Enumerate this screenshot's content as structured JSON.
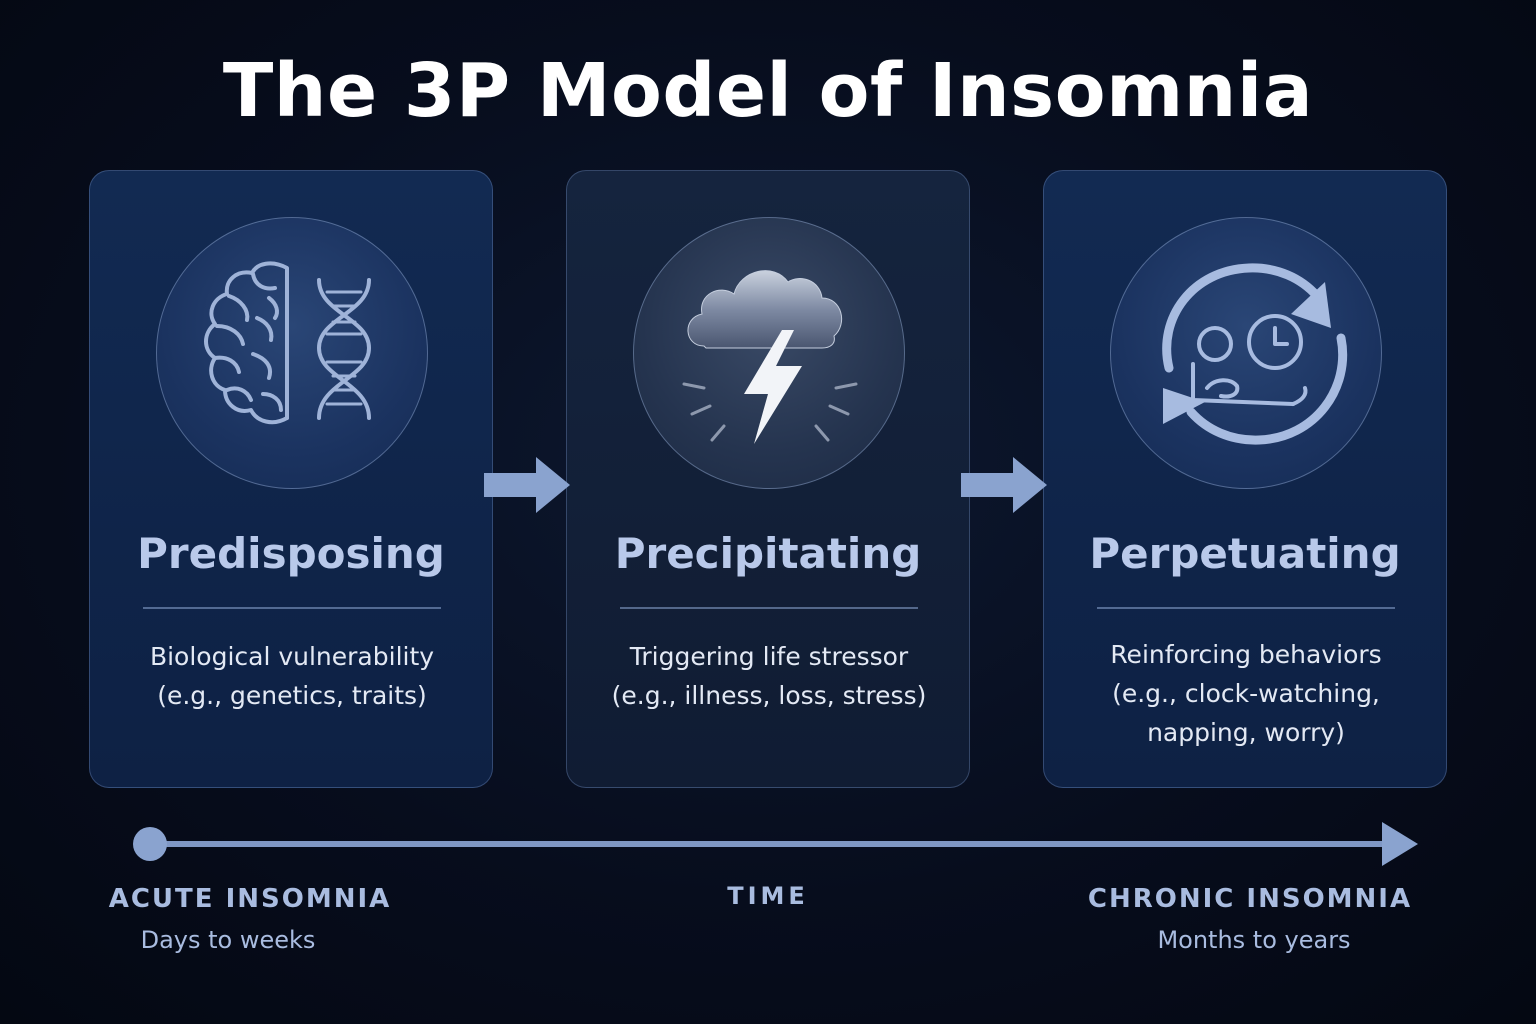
{
  "title": "The 3P Model of Insomnia",
  "cards": [
    {
      "heading": "Predisposing",
      "desc_lines": [
        "Biological vulnerability",
        "(e.g., genetics, traits)"
      ],
      "icon": "brain-dna-icon"
    },
    {
      "heading": "Precipitating",
      "desc_lines": [
        "Triggering life stressor",
        "(e.g., illness, loss, stress)"
      ],
      "icon": "storm-cloud-lightning-icon"
    },
    {
      "heading": "Perpetuating",
      "desc_lines": [
        "Reinforcing behaviors",
        "(e.g., clock-watching,",
        "napping, worry)"
      ],
      "icon": "cycle-person-clock-icon"
    }
  ],
  "timeline": {
    "start_label": "ACUTE INSOMNIA",
    "start_sub": "Days to weeks",
    "middle_label": "TIME",
    "end_label": "CHRONIC INSOMNIA",
    "end_sub": "Months to years"
  },
  "colors": {
    "accent": "#8aa3cf",
    "heading": "#b9c9ea",
    "background": "#070d1d"
  }
}
